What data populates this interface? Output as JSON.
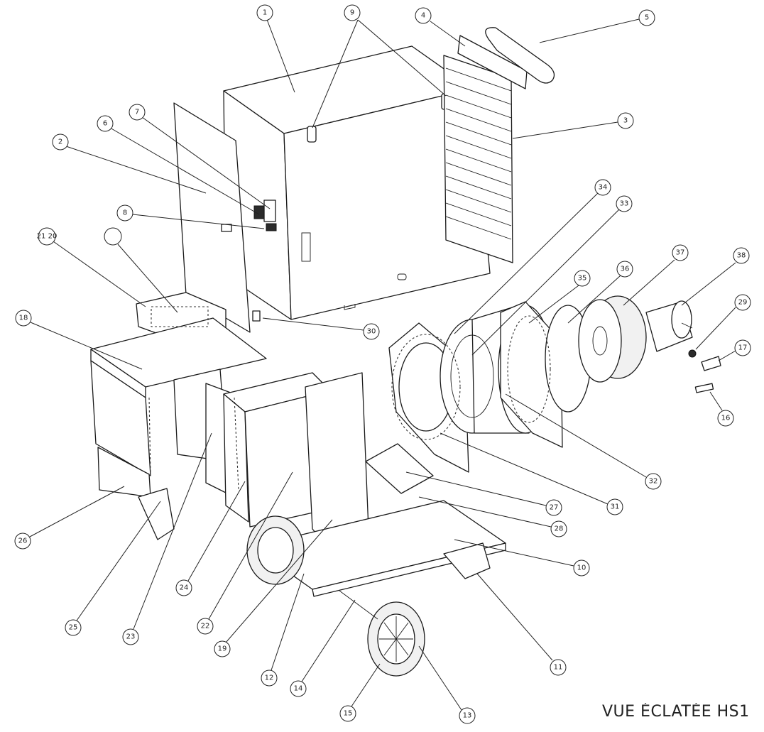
{
  "caption": "VUE ÉCLATÉE HS1",
  "balloons": [
    "1",
    "2",
    "3",
    "4",
    "5",
    "6",
    "7",
    "8",
    "9",
    "10",
    "11",
    "12",
    "13",
    "14",
    "15",
    "16",
    "17",
    "18",
    "19",
    "21 20",
    "22",
    "23",
    "24",
    "25",
    "26",
    "27",
    "28",
    "29",
    "30",
    "31",
    "32",
    "33",
    "34",
    "35",
    "36",
    "37",
    "38",
    ""
  ]
}
